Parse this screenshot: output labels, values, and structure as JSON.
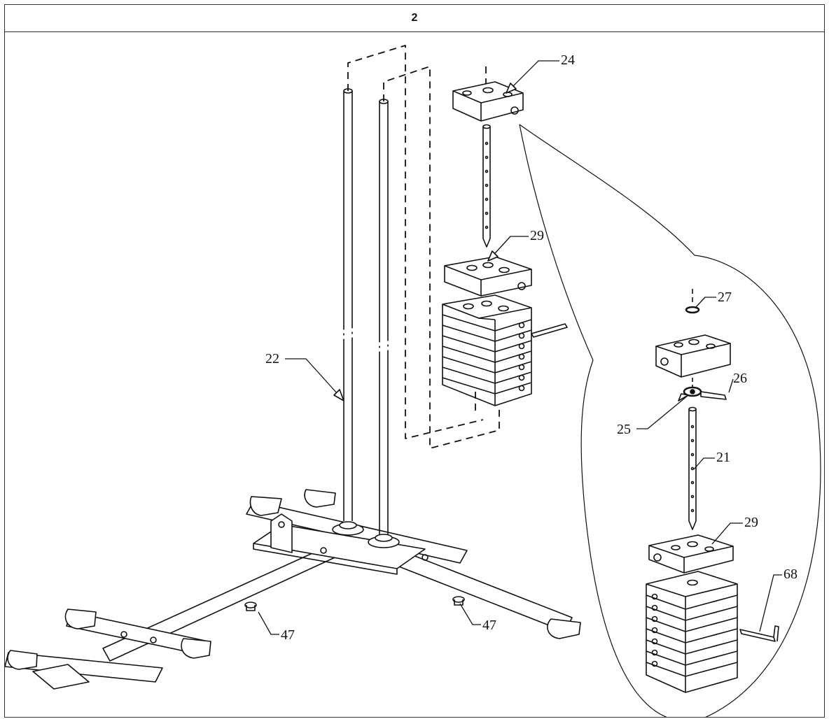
{
  "step": {
    "number": "2"
  },
  "callouts": {
    "c24": "24",
    "c29a": "29",
    "c22": "22",
    "c47a": "47",
    "c47b": "47",
    "c27": "27",
    "c26": "26",
    "c25": "25",
    "c21": "21",
    "c29b": "29",
    "c68": "68"
  },
  "colors": {
    "line": "#111111",
    "paper": "#ffffff",
    "border": "#333333"
  }
}
